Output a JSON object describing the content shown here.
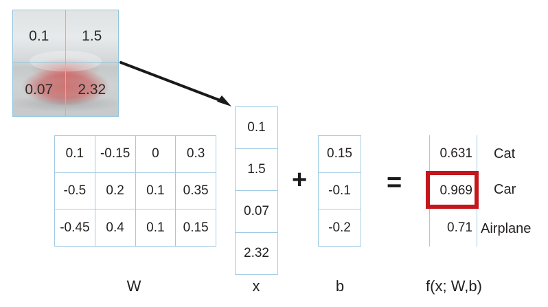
{
  "image_patch": {
    "name": "car-photo-patch",
    "grid_border_color": "#8fc3de",
    "values": [
      [
        "0.1",
        "1.5"
      ],
      [
        "0.07",
        "2.32"
      ]
    ]
  },
  "arrow": {
    "name": "flatten-arrow"
  },
  "w_matrix": {
    "caption": "W",
    "border_color": "#9fcbe3",
    "rows": [
      [
        "0.1",
        "-0.15",
        "0",
        "0.3"
      ],
      [
        "-0.5",
        "0.2",
        "0.1",
        "0.35"
      ],
      [
        "-0.45",
        "0.4",
        "0.1",
        "0.15"
      ]
    ]
  },
  "x_vector": {
    "caption": "x",
    "values": [
      "0.1",
      "1.5",
      "0.07",
      "2.32"
    ]
  },
  "b_vector": {
    "caption": "b",
    "values": [
      "0.15",
      "-0.1",
      "-0.2"
    ]
  },
  "f_vector": {
    "caption": "f(x; W,b)",
    "values": [
      "0.631",
      "0.969",
      "0.71"
    ],
    "labels": [
      "Cat",
      "Car",
      "Airplane"
    ],
    "highlight_index": 1,
    "highlight_color": "#c4161c"
  },
  "operators": {
    "plus": "+",
    "equals": "="
  }
}
